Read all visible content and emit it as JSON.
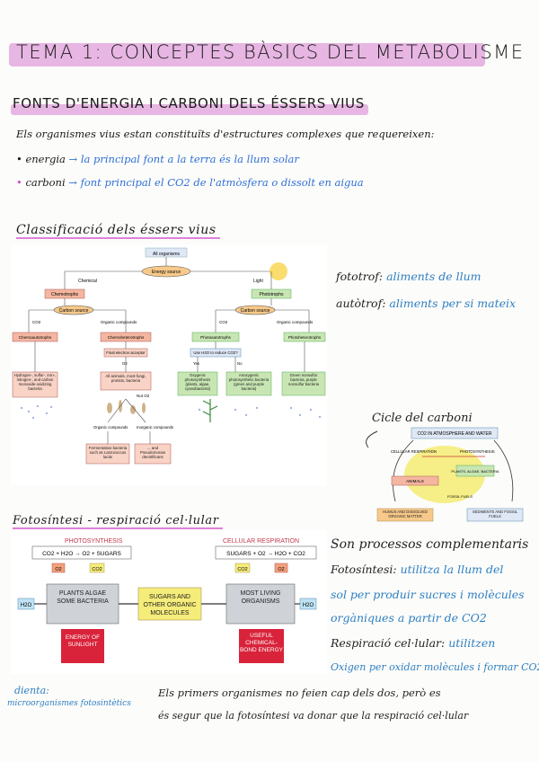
{
  "title": "TEMA 1: CONCEPTES BÀSICS DEL METABOLISME",
  "fonts": {
    "heading": "FONTS D'ENERGIA I CARBONI DELS ÉSSERS VIUS",
    "intro": "Els organismes vius estan constituïts d'estructures complexes que requereixen:",
    "bullet1_term": "energia",
    "bullet1_desc": "la principal font a la terra és la llum solar",
    "bullet2_term": "carboni",
    "bullet2_desc": "font principal el CO2 de l'atmòsfera o dissolt en aigua"
  },
  "classificacio": {
    "heading": "Classificació dels éssers vius",
    "note1_term": "fototrof:",
    "note1_desc": "aliments de llum",
    "note2_term": "autòtrof:",
    "note2_desc": "aliments per si mateix",
    "diagram": {
      "all": "All organisms",
      "energy_source": "Energy source",
      "chemical": "Chemical",
      "light": "Light",
      "chemotrophs": "Chemotrophs",
      "phototrophs": "Phototrophs",
      "carbon_source": "Carbon source",
      "co2": "CO2",
      "organic_compounds": "Organic compounds",
      "chemoautotrophs": "Chemoautotrophs",
      "chemoheterotrophs": "Chemoheterotrophs",
      "photoautotrophs": "Photoautotrophs",
      "photoheterotrophs": "Photoheterotrophs",
      "final_acceptor": "Final electron acceptor",
      "use_h2o": "Use H2O to reduce CO2?",
      "o2": "O2",
      "not_o2": "Not O2",
      "yes": "Yes",
      "no": "No",
      "box_hydrogen": "Hydrogen-, sulfur-, iron-, nitrogen-, and carbon monoxide-oxidizing bacteria",
      "box_animals": "All animals, most fungi, protists, bacteria",
      "box_oxygenic": "Oxygenic photosynthesis (plants, algae, cyanobacteria)",
      "box_anoxygenic": "Anoxygenic photosynthetic bacteria (green and purple bacteria)",
      "box_nonsulfur": "Green nonsulfur bacteria, purple nonsulfur bacteria",
      "organic_compounds2": "Organic compounds",
      "inorganic_compounds": "Inorganic compounds",
      "box_fermentative": "Fermentative bacteria such as Lactococcus lactis",
      "box_pseudomonas": "... and Pseudomonas denitrificans"
    }
  },
  "cicle": {
    "heading": "Cicle del carboni",
    "co2": "CO2 IN ATMOSPHERE AND WATER",
    "cell_resp": "CELLULAR RESPIRATION",
    "photosynth": "PHOTOSYNTHESIS",
    "plants": "PLANTS, ALGAE, BACTERIA",
    "animals": "ANIMALS",
    "fossil": "FOSSIL FUELS",
    "humus": "HUMUS AND DISSOLVED ORGANIC MATTER",
    "sediments": "SEDIMENTS AND FOSSIL FUELS"
  },
  "fotosintesi": {
    "heading": "Fotosíntesi - respiració cel·lular",
    "photo_label": "PHOTOSYNTHESIS",
    "resp_label": "CELLULAR RESPIRATION",
    "photo_eq": "CO2 + H2O → O2 + SUGARS",
    "resp_eq": "SUGARS + O2 → H2O + CO2",
    "o2": "O2",
    "co2": "CO2",
    "h2o": "H2O",
    "plants": "PLANTS ALGAE SOME BACTERIA",
    "sugars": "SUGARS AND OTHER ORGANIC MOLECULES",
    "most": "MOST LIVING ORGANISMS",
    "energy": "ENERGY OF SUNLIGHT",
    "useful": "USEFUL CHEMICAL-BOND ENERGY",
    "side_heading": "Son processos complementaris",
    "photo_term": "Fotosíntesi:",
    "photo_desc1": "utilitza la llum del",
    "photo_desc2": "sol per produir sucres i molècules",
    "photo_desc3": "orgàniques a partir de CO2",
    "resp_term": "Respiració cel·lular:",
    "resp_desc1": "utilitzen",
    "resp_desc2": "Oxigen per oxidar molècules i formar CO2",
    "left_note1": "dienta:",
    "left_note2": "microorganismes fotosintètics",
    "bottom1": "Els primers organismes no feien cap dels dos, però es",
    "bottom2": "és segur que la fotosíntesi va donar que la respiració cel·lular"
  }
}
